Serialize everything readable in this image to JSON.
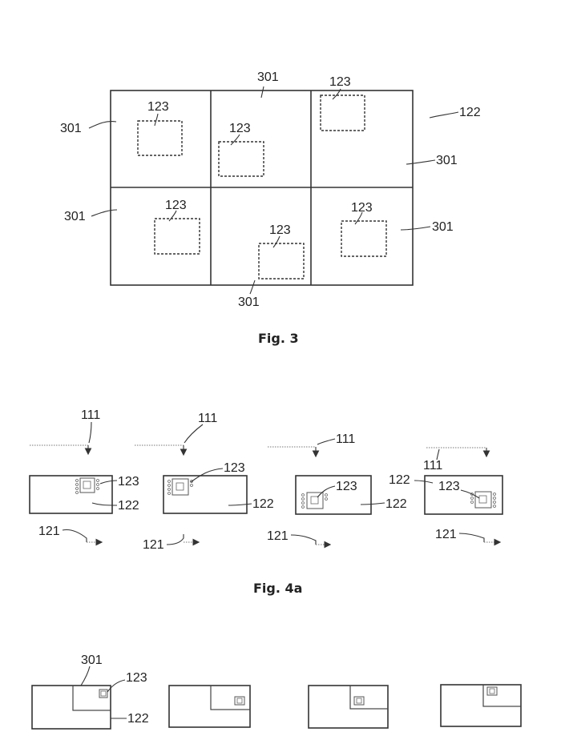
{
  "fig3": {
    "caption": "Fig. 3",
    "label_301": "301",
    "label_122": "122",
    "label_123": "123"
  },
  "fig4a": {
    "caption": "Fig. 4a",
    "label_111": "111",
    "label_121": "121",
    "label_122": "122",
    "label_123": "123"
  },
  "fig4b": {
    "label_301": "301",
    "label_123": "123",
    "label_122": "122"
  }
}
